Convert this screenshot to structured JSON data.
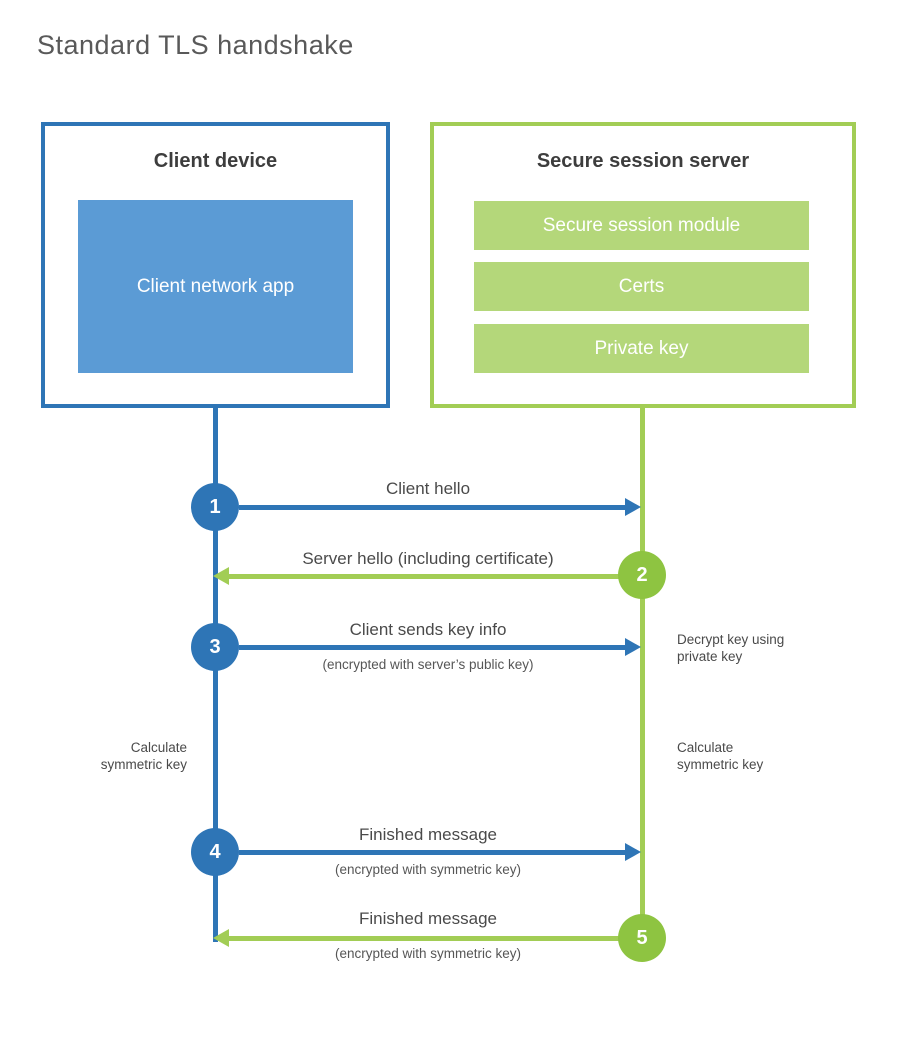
{
  "title": "Standard TLS handshake",
  "colors": {
    "blue": "#2e75b6",
    "blue_fill": "#5b9bd5",
    "green_line": "#a2cd55",
    "green_circle": "#8ec441",
    "green_fill": "#b4d77a"
  },
  "client_box": {
    "heading": "Client device",
    "app_label": "Client network app"
  },
  "server_box": {
    "heading": "Secure session server",
    "modules": [
      "Secure session module",
      "Certs",
      "Private key"
    ]
  },
  "messages": [
    {
      "num": "1",
      "label": "Client hello",
      "sub": "",
      "direction": "right",
      "from": "client",
      "to": "server"
    },
    {
      "num": "2",
      "label": "Server hello (including certificate)",
      "sub": "",
      "direction": "left",
      "from": "server",
      "to": "client"
    },
    {
      "num": "3",
      "label": "Client sends key info",
      "sub": "(encrypted with server’s public key)",
      "direction": "right",
      "from": "client",
      "to": "server"
    },
    {
      "num": "4",
      "label": "Finished message",
      "sub": "(encrypted with symmetric key)",
      "direction": "right",
      "from": "client",
      "to": "server"
    },
    {
      "num": "5",
      "label": "Finished message",
      "sub": "(encrypted with symmetric key)",
      "direction": "left",
      "from": "server",
      "to": "client"
    }
  ],
  "side_notes": {
    "decrypt": "Decrypt key using private key",
    "calc_left": "Calculate symmetric key",
    "calc_right": "Calculate symmetric key"
  }
}
